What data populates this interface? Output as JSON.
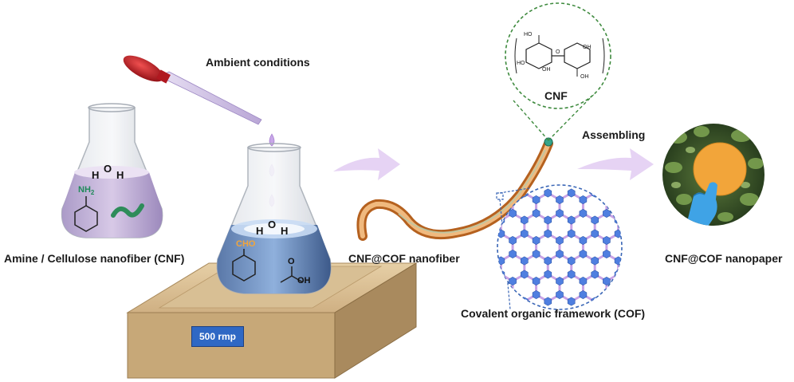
{
  "labels": {
    "ambient": "Ambient conditions",
    "amine_cnf": "Amine / Cellulose nanofiber (CNF)",
    "cnf_cof_fiber": "CNF@COF nanofiber",
    "cof": "Covalent organic framework (COF)",
    "assembling": "Assembling",
    "nanopaper": "CNF@COF nanopaper",
    "cnf": "CNF",
    "stirrer": "500 rmp"
  },
  "chem": {
    "water_h1": "H",
    "water_o": "O",
    "water_h2": "H",
    "nh2": "NH",
    "nh2_sub": "2",
    "cho": "CHO",
    "oh": "OH",
    "ho1": "HO",
    "oh1": "OH",
    "o_link": "O",
    "oh2": "OH",
    "ho2": "HO",
    "o_acid": "O",
    "oh3": "OH"
  },
  "colors": {
    "arrow": "#e6d3f4",
    "cof_node": "#4f7fe0",
    "cof_link": "#c9a3e6",
    "stirrer_top": "#d9b98f",
    "stirrer_label": "#2f68c4",
    "fiber": "#e08a3c",
    "nanopaper": "#f2a53a"
  }
}
